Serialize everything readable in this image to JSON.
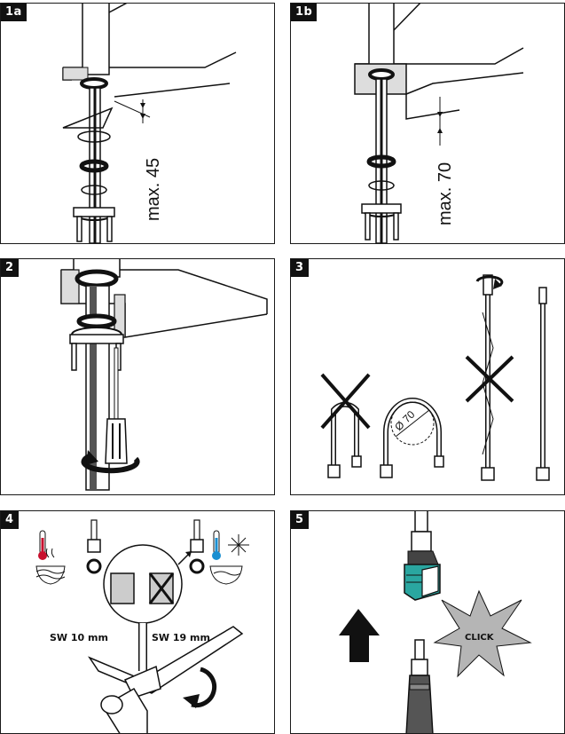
{
  "steps": [
    {
      "label": "1a",
      "measurement": "max. 45"
    },
    {
      "label": "1b",
      "measurement": "max. 70"
    },
    {
      "label": "2"
    },
    {
      "label": "3",
      "bend_diameter": "Ø 70"
    },
    {
      "label": "4",
      "wrench_left": "SW 10 mm",
      "wrench_right": "SW 19 mm"
    },
    {
      "label": "5",
      "callout": "CLICK"
    }
  ],
  "colors": {
    "hot": "#c8102e",
    "cold": "#1a8fd1",
    "hose_teal": "#2aa6a0",
    "ink": "#111111"
  },
  "icons": [
    "thermometer-hot-icon",
    "snowflake-cold-icon",
    "rotate-arrow-icon",
    "cross-icon",
    "up-arrow-icon",
    "starburst-icon"
  ]
}
